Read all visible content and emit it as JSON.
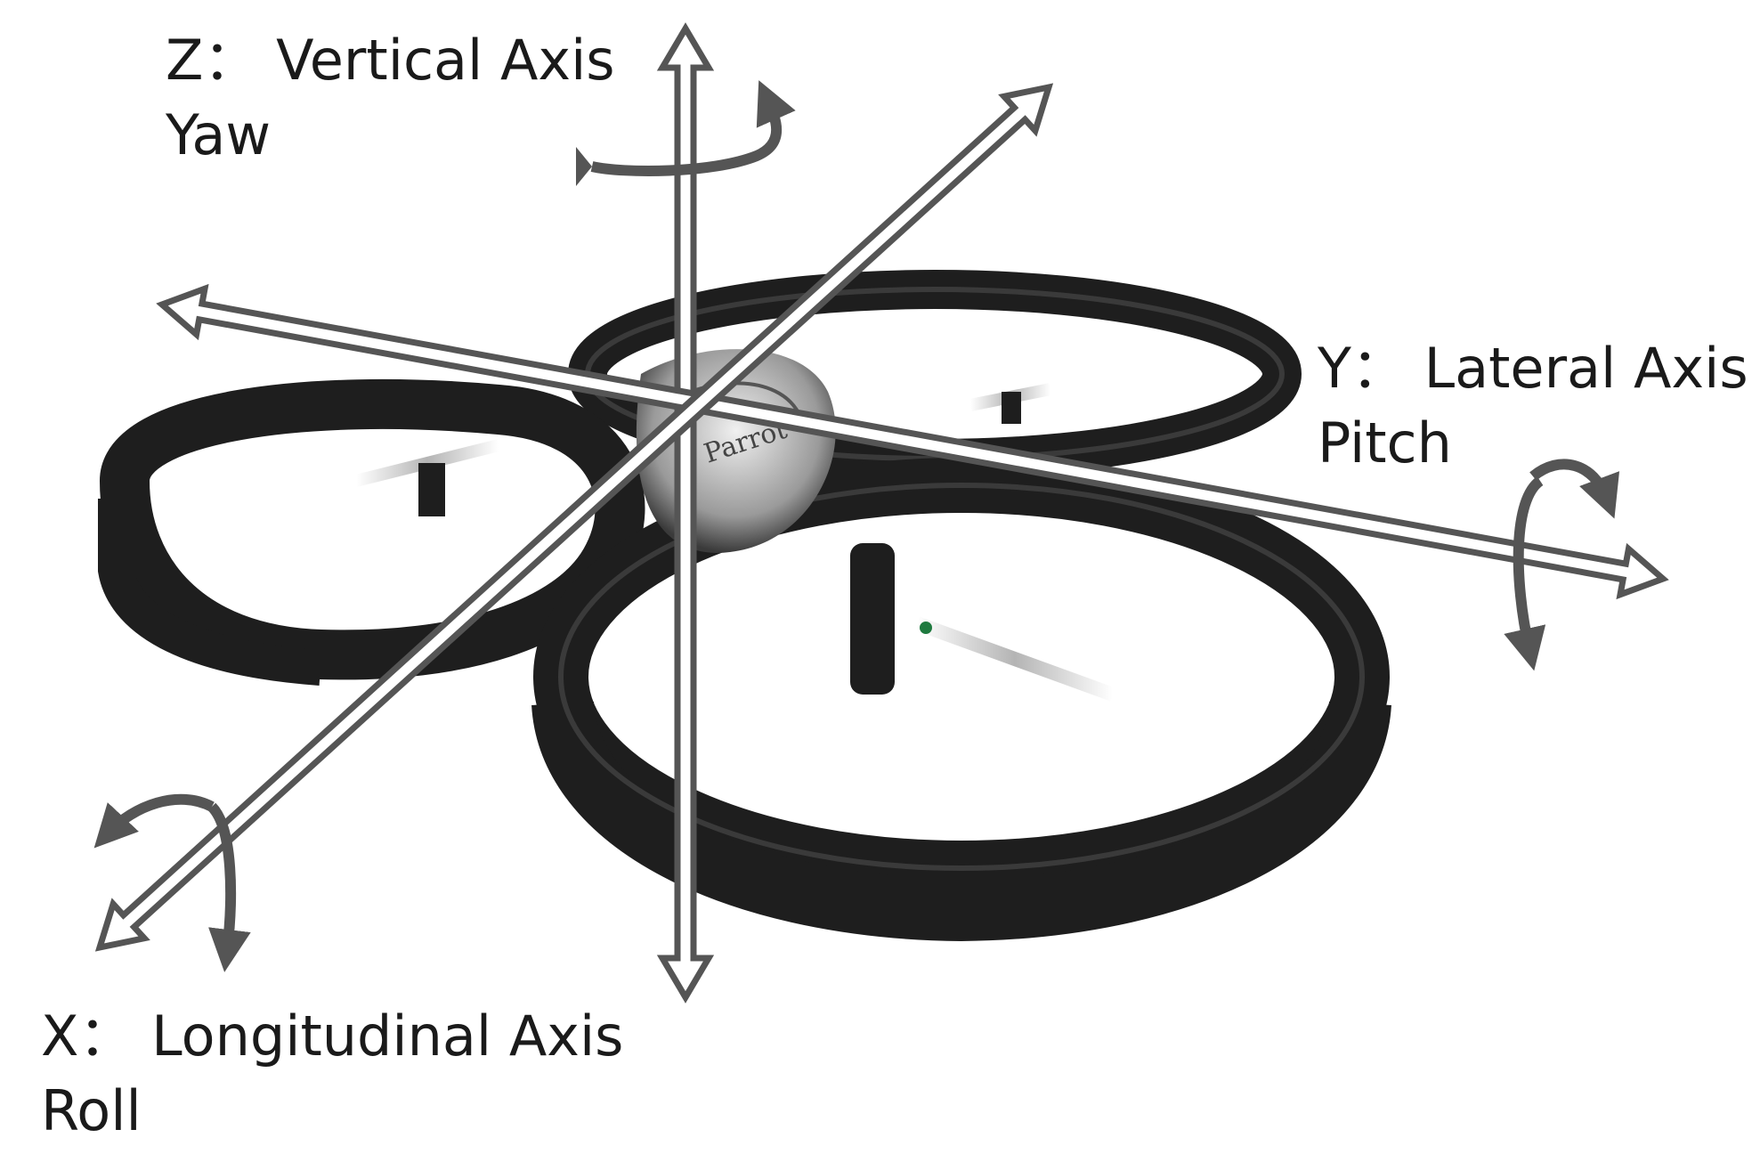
{
  "axes": {
    "z": {
      "axis_name": "Z：  Vertical Axis",
      "rotation_name": "Yaw"
    },
    "y": {
      "axis_name": "Y：  Lateral Axis",
      "rotation_name": "Pitch"
    },
    "x": {
      "axis_name": "X：  Longitudinal Axis",
      "rotation_name": "Roll"
    }
  },
  "drone": {
    "brand_mark": "Parrot"
  },
  "colors": {
    "frame": "#1e1e1e",
    "frame_highlight": "#3a3a3a",
    "axis_outline": "#555555",
    "axis_fill": "#ffffff",
    "rotation_arrow": "#555555",
    "text": "#1a1a1a"
  },
  "icons": {
    "yaw": "curved-rotation-arrow",
    "pitch": "curved-rotation-arrow",
    "roll": "curved-rotation-arrow"
  }
}
